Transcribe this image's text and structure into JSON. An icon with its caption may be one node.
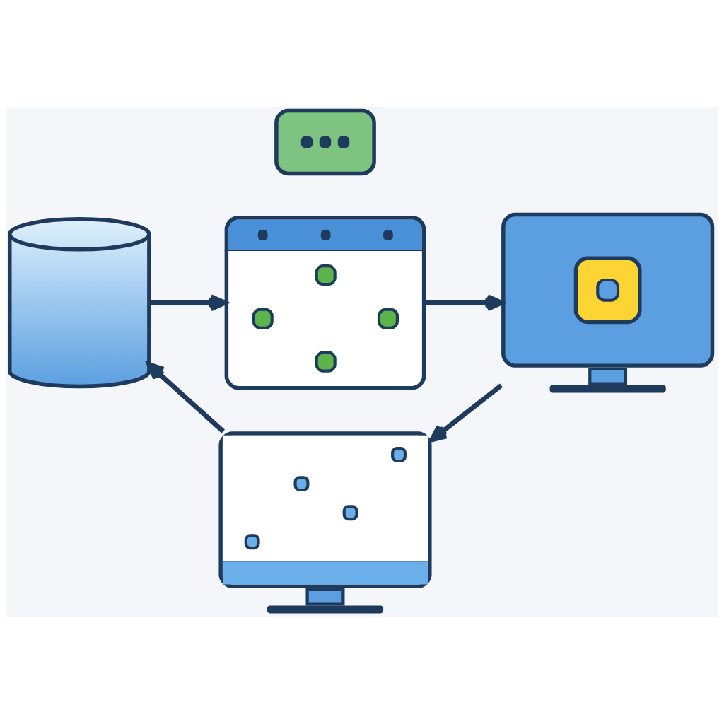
{
  "diagram": {
    "nodes": [
      {
        "text": [],
        "shape": "window"
      },
      {
        "text": [],
        "shape": "cylinder"
      },
      {
        "text": [],
        "shape": "bubble"
      },
      {
        "text": [],
        "shape": "monitor"
      },
      {
        "text": [],
        "shape": "monitor"
      }
    ],
    "edges": [
      {
        "from": 1,
        "to": 0,
        "arrow": "to"
      },
      {
        "from": 0,
        "to": 3,
        "arrow": "to"
      },
      {
        "from": 3,
        "to": 4,
        "arrow": "to"
      },
      {
        "from": 4,
        "to": 1,
        "arrow": "to"
      }
    ]
  }
}
